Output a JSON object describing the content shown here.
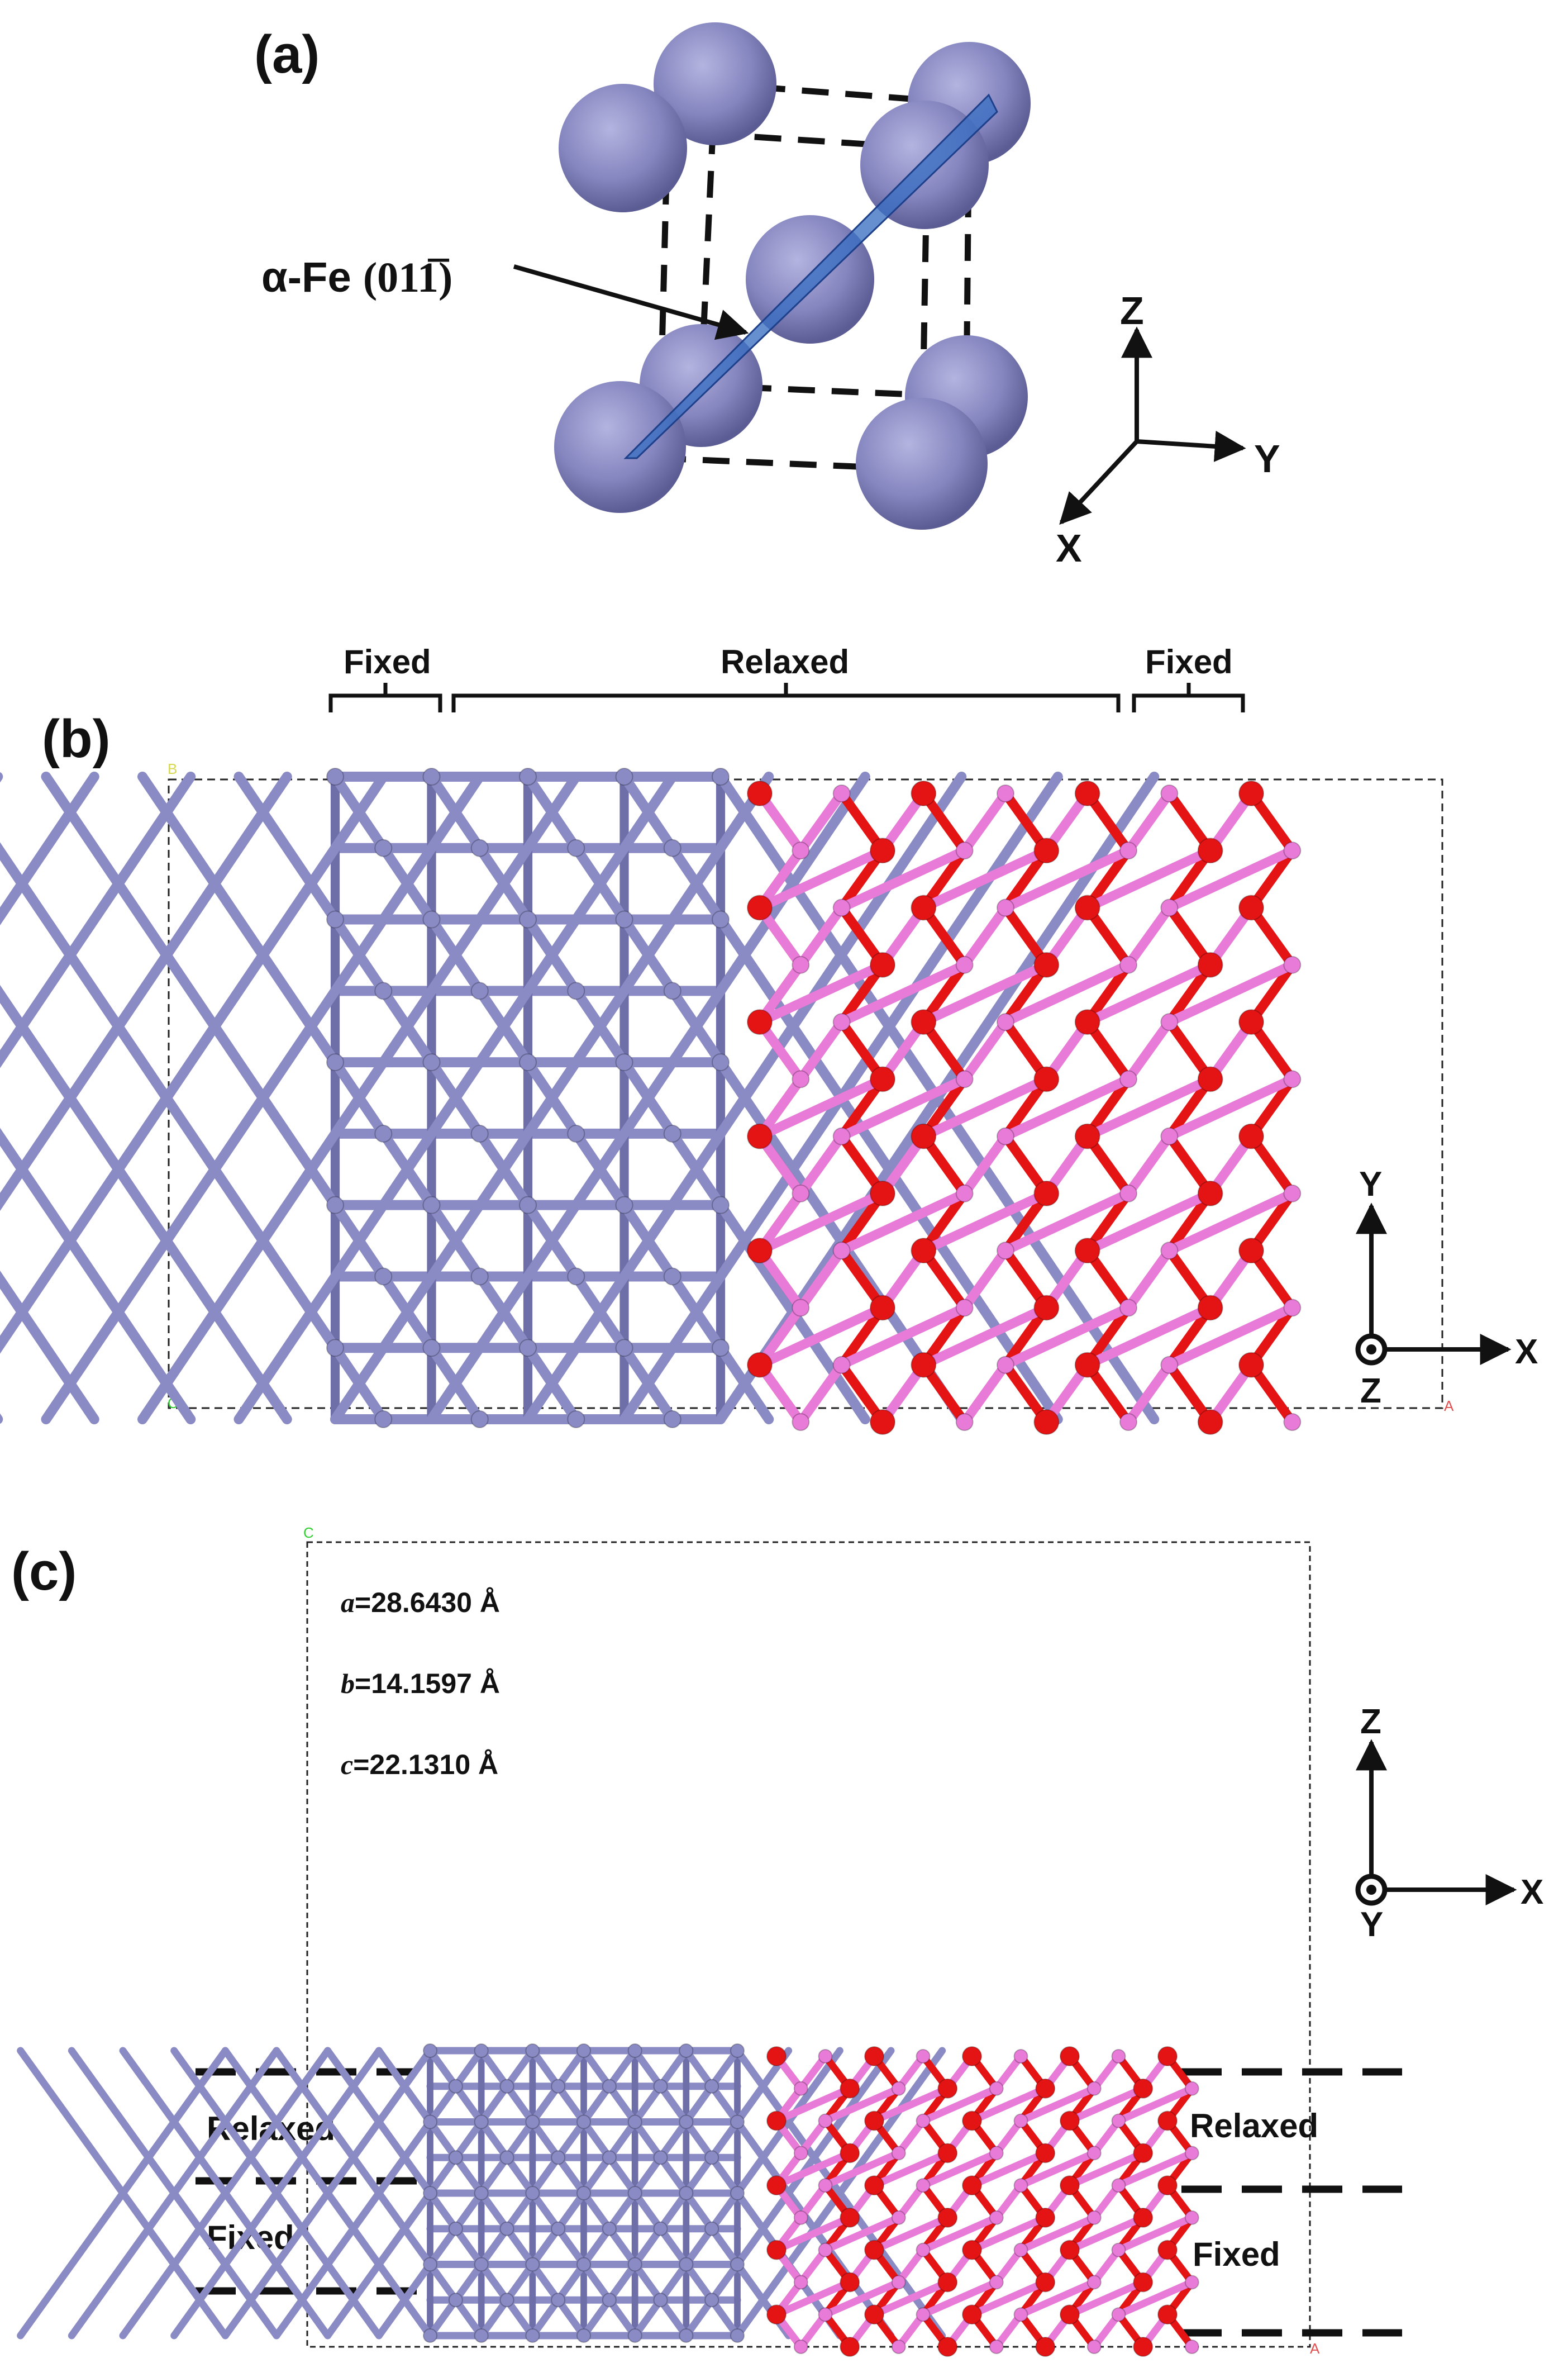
{
  "panel_a": {
    "label": "(a)",
    "plane_label_prefix": "α-Fe ",
    "plane_miller": "(011̅)",
    "axes": {
      "z": "Z",
      "y": "Y",
      "x": "X"
    }
  },
  "panel_b": {
    "label": "(b)",
    "region_fixed_left": "Fixed",
    "region_relaxed": "Relaxed",
    "region_fixed_right": "Fixed",
    "corner_b": "B",
    "corner_c": "C",
    "corner_a": "A",
    "axes": {
      "y": "Y",
      "x": "X",
      "z": "Z"
    }
  },
  "panel_c": {
    "label": "(c)",
    "corner_c": "C",
    "corner_a": "A",
    "params": [
      {
        "sym": "a",
        "value": "=28.6430 Å"
      },
      {
        "sym": "b",
        "value": "=14.1597 Å"
      },
      {
        "sym": "c",
        "value": "=22.1310 Å"
      }
    ],
    "left_relaxed": "Relaxed",
    "left_fixed": "Fixed",
    "right_relaxed": "Relaxed",
    "right_fixed": "Fixed",
    "axes": {
      "z": "Z",
      "x": "X",
      "y": "Y"
    }
  },
  "colors": {
    "iron": "#8a8ac4",
    "iron_dark": "#6e6ea8",
    "oxygen": "#e41414",
    "metal_oxide": "#e87ad8",
    "plane": "#3a6fc2"
  }
}
